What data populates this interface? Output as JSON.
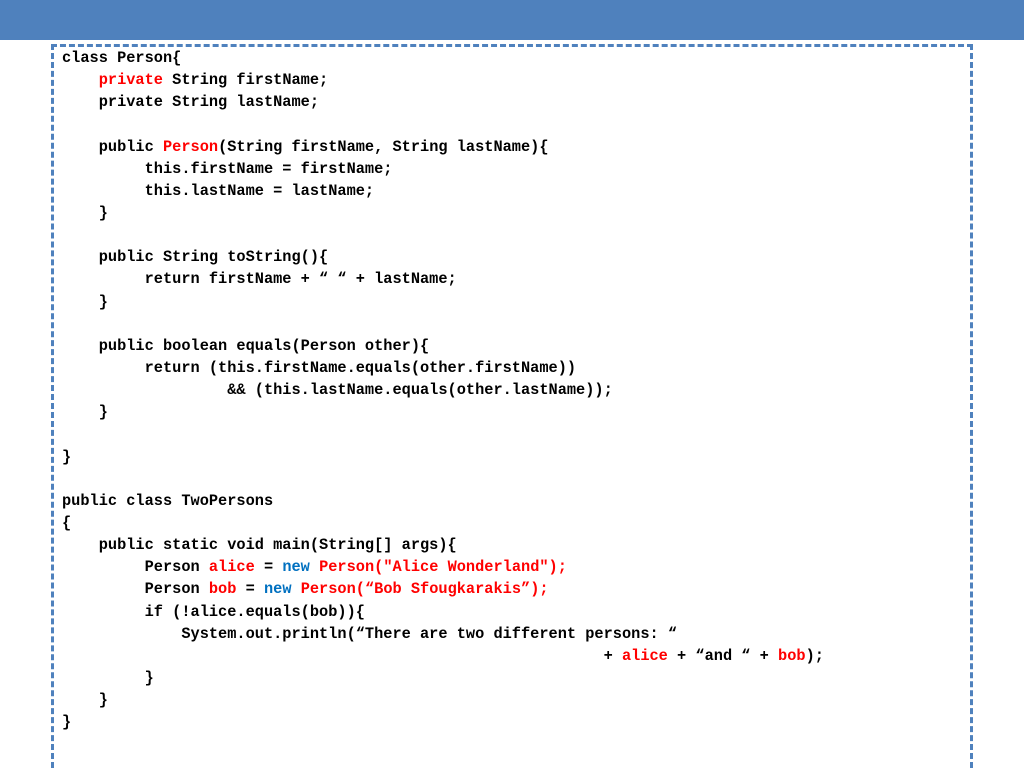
{
  "colors": {
    "header_bar": "#4f81bd",
    "box_border": "#4f81bd",
    "keyword_highlight": "#ff0000",
    "new_keyword": "#0070c0",
    "text": "#000000"
  },
  "code_lines": [
    [
      {
        "t": "class Person{"
      }
    ],
    [
      {
        "t": "    "
      },
      {
        "t": "private",
        "c": "red"
      },
      {
        "t": " String firstName;"
      }
    ],
    [
      {
        "t": "    private String lastName;"
      }
    ],
    [
      {
        "t": ""
      }
    ],
    [
      {
        "t": "    public "
      },
      {
        "t": "Person",
        "c": "red"
      },
      {
        "t": "(String firstName, String lastName){"
      }
    ],
    [
      {
        "t": "         this.firstName = firstName;"
      }
    ],
    [
      {
        "t": "         this.lastName = lastName;"
      }
    ],
    [
      {
        "t": "    }"
      }
    ],
    [
      {
        "t": ""
      }
    ],
    [
      {
        "t": "    public String toString(){"
      }
    ],
    [
      {
        "t": "         return firstName + “ “ + lastName;"
      }
    ],
    [
      {
        "t": "    }"
      }
    ],
    [
      {
        "t": ""
      }
    ],
    [
      {
        "t": "    public boolean equals(Person other){"
      }
    ],
    [
      {
        "t": "         return (this.firstName.equals(other.firstName))"
      }
    ],
    [
      {
        "t": "                  && (this.lastName.equals(other.lastName));"
      }
    ],
    [
      {
        "t": "    }"
      }
    ],
    [
      {
        "t": ""
      }
    ],
    [
      {
        "t": "}"
      }
    ],
    [
      {
        "t": ""
      }
    ],
    [
      {
        "t": "public class TwoPersons"
      }
    ],
    [
      {
        "t": "{"
      }
    ],
    [
      {
        "t": "    public static void main(String[] args){"
      }
    ],
    [
      {
        "t": "         Person "
      },
      {
        "t": "alice",
        "c": "red"
      },
      {
        "t": " = "
      },
      {
        "t": "new",
        "c": "blue"
      },
      {
        "t": " "
      },
      {
        "t": "Person(\"Alice Wonderland\");",
        "c": "red"
      }
    ],
    [
      {
        "t": "         Person "
      },
      {
        "t": "bob",
        "c": "red"
      },
      {
        "t": " = "
      },
      {
        "t": "new",
        "c": "blue"
      },
      {
        "t": " "
      },
      {
        "t": "Person(“Bob Sfougkarakis”);",
        "c": "red"
      }
    ],
    [
      {
        "t": "         if (!alice.equals(bob)){"
      }
    ],
    [
      {
        "t": "             System.out.println(“There are two different persons: “"
      }
    ],
    [
      {
        "t": "                                                           + "
      },
      {
        "t": "alice",
        "c": "red"
      },
      {
        "t": " + “and “ + "
      },
      {
        "t": "bob",
        "c": "red"
      },
      {
        "t": ");"
      }
    ],
    [
      {
        "t": "         }"
      }
    ],
    [
      {
        "t": "    }"
      }
    ],
    [
      {
        "t": "}"
      }
    ]
  ]
}
